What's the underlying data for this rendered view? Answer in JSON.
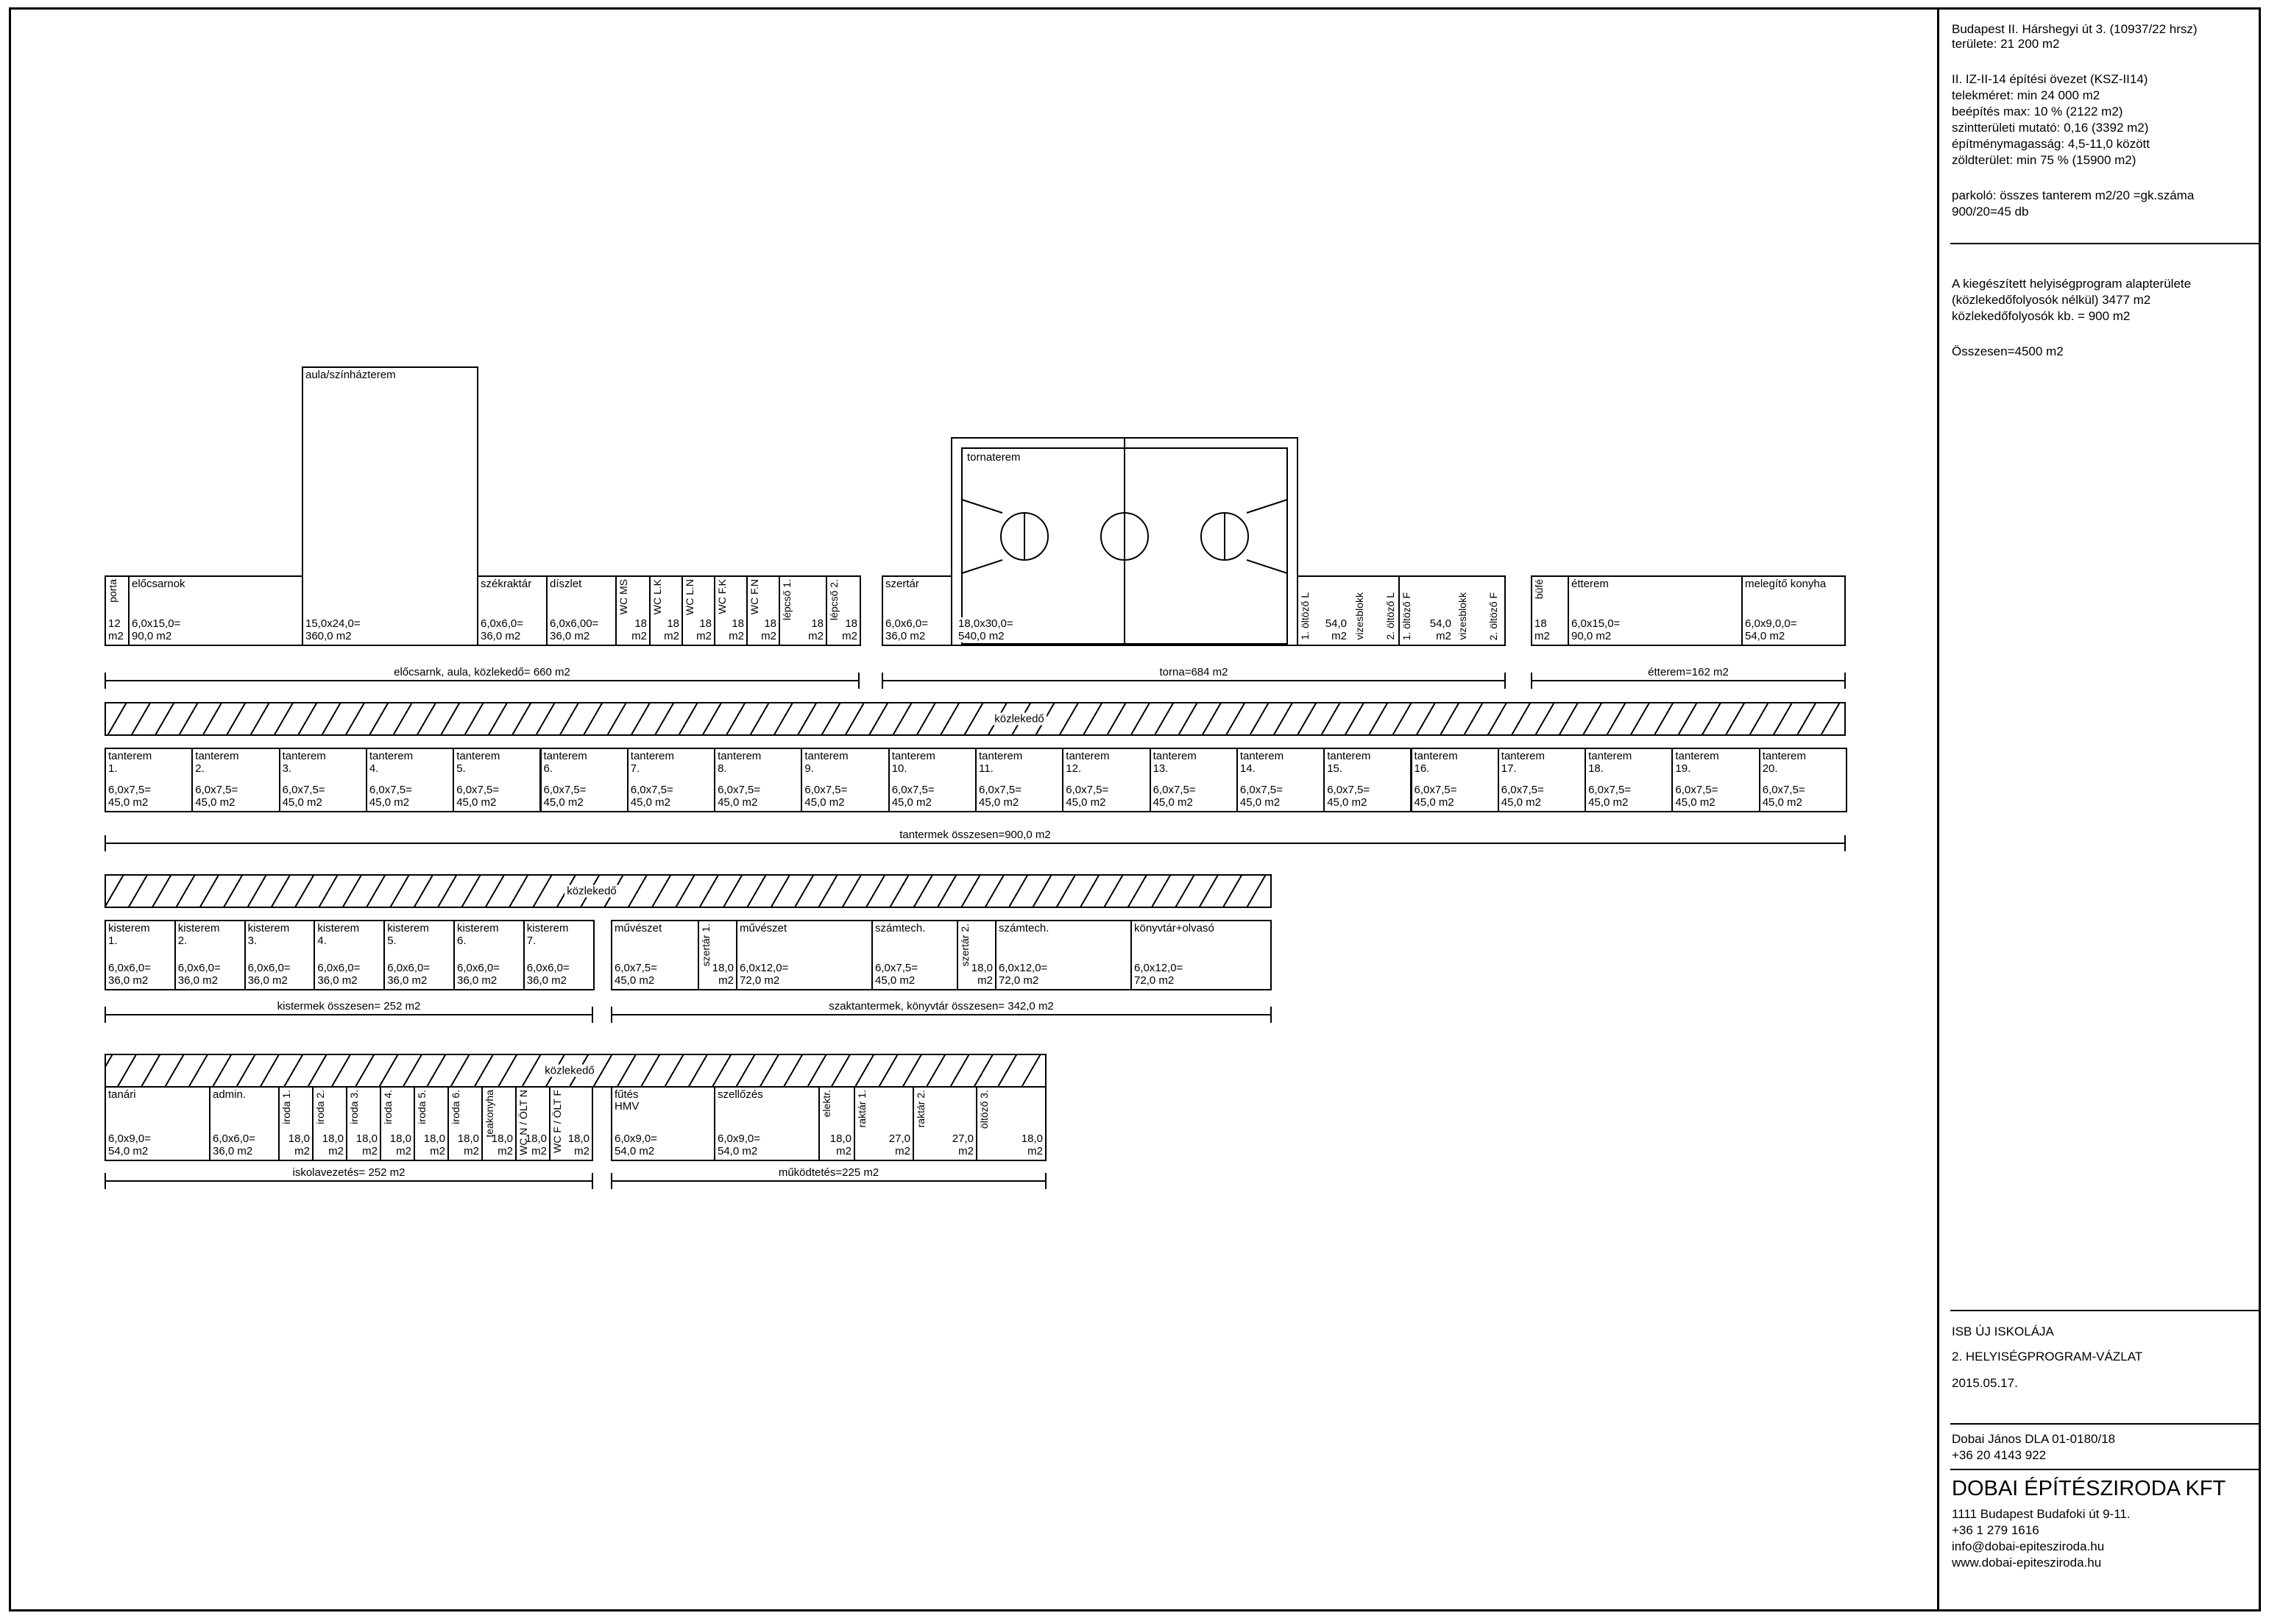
{
  "site": {
    "address": "Budapest II. Hárshegyi út 3. (10937/22 hrsz)",
    "area": "területe: 21 200 m2",
    "zone": "II. IZ-II-14 építési övezet (KSZ-II14)",
    "rules": [
      "telekméret: min 24 000 m2",
      "beépítés max: 10 % (2122 m2)",
      "szintterületi mutató: 0,16 (3392 m2)",
      "építménymagasság: 4,5-11,0 között",
      "zöldterület: min 75 % (15900 m2)"
    ],
    "parking": "parkoló: összes tanterem m2/20 =gk.száma",
    "parking2": "900/20=45 db"
  },
  "summary": {
    "line1": "A kiegészített helyiségprogram alapterülete",
    "line2": "(közlekedőfolyosók nélkül) 3477 m2",
    "line3": "közlekedőfolyosók kb. = 900 m2",
    "total": "Összesen=4500 m2"
  },
  "project": {
    "name": "ISB ÚJ ISKOLÁJA",
    "sheet": "2. HELYISÉGPROGRAM-VÁZLAT",
    "date": "2015.05.17.",
    "designer": "Dobai János DLA 01-0180/18",
    "designer_phone": "+36 20 4143 922",
    "firm": "DOBAI ÉPÍTÉSZIRODA KFT",
    "firm_address": "1111 Budapest Budafoki út 9-11.",
    "firm_phone": "+36 1 279 1616",
    "email": "info@dobai-epiteszirodа.hu",
    "web": "www.dobai-epiteszirodа.hu"
  },
  "row1": {
    "porta": {
      "name": "porta",
      "dim": "12\nm2"
    },
    "elocsarnok": {
      "name": "előcsarnok",
      "dim": "6,0x15,0=\n90,0 m2"
    },
    "aula": {
      "name": "aula/színházterem",
      "dim": "15,0x24,0=\n360,0 m2"
    },
    "szekraktar": {
      "name": "székraktár",
      "dim": "6,0x6,0=\n36,0 m2"
    },
    "diszlet": {
      "name": "díszlet",
      "dim": "6,0x6,00=\n36,0 m2"
    },
    "wcs": [
      {
        "name": "WC MS",
        "dim": "18\nm2"
      },
      {
        "name": "WC L.K",
        "dim": "18\nm2"
      },
      {
        "name": "WC L.N",
        "dim": "18\nm2"
      },
      {
        "name": "WC F.K",
        "dim": "18\nm2"
      },
      {
        "name": "WC F.N",
        "dim": "18\nm2"
      },
      {
        "name": "lépcső 1.",
        "dim": "18\nm2"
      },
      {
        "name": "lépcső 2.",
        "dim": "18\nm2"
      }
    ],
    "dim_label": "előcsarnk, aula, közlekedő= 660 m2",
    "szertar": {
      "name": "szertár",
      "dim": "6,0x6,0=\n36,0 m2"
    },
    "tornaterem": {
      "name": "tornaterem",
      "dim": "18,0x30,0=\n540,0 m2"
    },
    "oltozo_l": {
      "v1": "1. öltöző L",
      "v2": "vizesblokk",
      "v3": "2. öltöző L",
      "dim": "54,0\nm2"
    },
    "oltozo_f": {
      "v1": "1. öltöző F",
      "v2": "vizesblokk",
      "v3": "2. öltöző F",
      "dim": "54,0\nm2"
    },
    "torna_label": "torna=684 m2",
    "bufe": {
      "name": "büfé",
      "dim": "18\nm2"
    },
    "etterem": {
      "name": "étterem",
      "dim": "6,0x15,0=\n90,0 m2"
    },
    "konyha": {
      "name": "melegítő konyha",
      "dim": "6,0x9,0,0=\n54,0 m2"
    },
    "etterem_label": "étterem=162 m2"
  },
  "corridor_label": "közlekedő",
  "classrooms": {
    "name": "tanterem",
    "dim": "6,0x7,5=\n45,0 m2",
    "numbers": [
      "1.",
      "2.",
      "3.",
      "4.",
      "5.",
      "6.",
      "7.",
      "8.",
      "9.",
      "10.",
      "11.",
      "12.",
      "13.",
      "14.",
      "15.",
      "16.",
      "17.",
      "18.",
      "19.",
      "20."
    ],
    "total": "tantermek összesen=900,0 m2"
  },
  "small_rooms": {
    "name": "kisterem",
    "dim": "6,0x6,0=\n36,0 m2",
    "numbers": [
      "1.",
      "2.",
      "3.",
      "4.",
      "5.",
      "6.",
      "7."
    ],
    "total": "kistermek összesen= 252 m2"
  },
  "special": {
    "rooms": [
      {
        "name": "művészet",
        "dim": "6,0x7,5=\n45,0 m2"
      },
      {
        "name": "szertár 1.",
        "dim": "18,0\nm2",
        "vertical": true
      },
      {
        "name": "művészet",
        "dim": "6,0x12,0=\n72,0 m2"
      },
      {
        "name": "számtech.",
        "dim": "6,0x7,5=\n45,0 m2"
      },
      {
        "name": "szertár 2.",
        "dim": "18,0\nm2",
        "vertical": true
      },
      {
        "name": "számtech.",
        "dim": "6,0x12,0=\n72,0 m2"
      },
      {
        "name": "könyvtár+olvasó",
        "dim": "6,0x12,0=\n72,0 m2"
      }
    ],
    "total": "szaktantermek, könyvtár összesen= 342,0 m2"
  },
  "admin": {
    "rooms": [
      {
        "name": "tanári",
        "dim": "6,0x9,0=\n54,0 m2"
      },
      {
        "name": "admin.",
        "dim": "6,0x6,0=\n36,0 m2"
      },
      {
        "name": "iroda 1.",
        "dim": "18,0\nm2",
        "vertical": true
      },
      {
        "name": "iroda 2.",
        "dim": "18,0\nm2",
        "vertical": true
      },
      {
        "name": "iroda 3.",
        "dim": "18,0\nm2",
        "vertical": true
      },
      {
        "name": "iroda 4.",
        "dim": "18,0\nm2",
        "vertical": true
      },
      {
        "name": "iroda 5.",
        "dim": "18,0\nm2",
        "vertical": true
      },
      {
        "name": "iroda 6.",
        "dim": "18,0\nm2",
        "vertical": true
      },
      {
        "name": "teakonyha",
        "dim": "18,0\nm2",
        "vertical": true
      },
      {
        "name": "WC N / ÖLT N",
        "dim": "18,0\nm2",
        "vertical": true
      },
      {
        "name": "WC F / ÖLT F",
        "dim": "18,0\nm2",
        "vertical": true
      }
    ],
    "total": "iskolavezetés= 252 m2"
  },
  "ops": {
    "rooms": [
      {
        "name": "fűtés\nHMV",
        "dim": "6,0x9,0=\n54,0 m2"
      },
      {
        "name": "szellőzés",
        "dim": "6,0x9,0=\n54,0 m2"
      },
      {
        "name": "elektr.",
        "dim": "18,0\nm2",
        "vertical": true
      },
      {
        "name": "raktár 1.",
        "dim": "27,0\nm2",
        "vertical": true
      },
      {
        "name": "raktár 2.",
        "dim": "27,0\nm2",
        "vertical": true
      },
      {
        "name": "öltöző 3.",
        "dim": "18,0\nm2",
        "vertical": true
      }
    ],
    "total": "működtetés=225 m2"
  }
}
